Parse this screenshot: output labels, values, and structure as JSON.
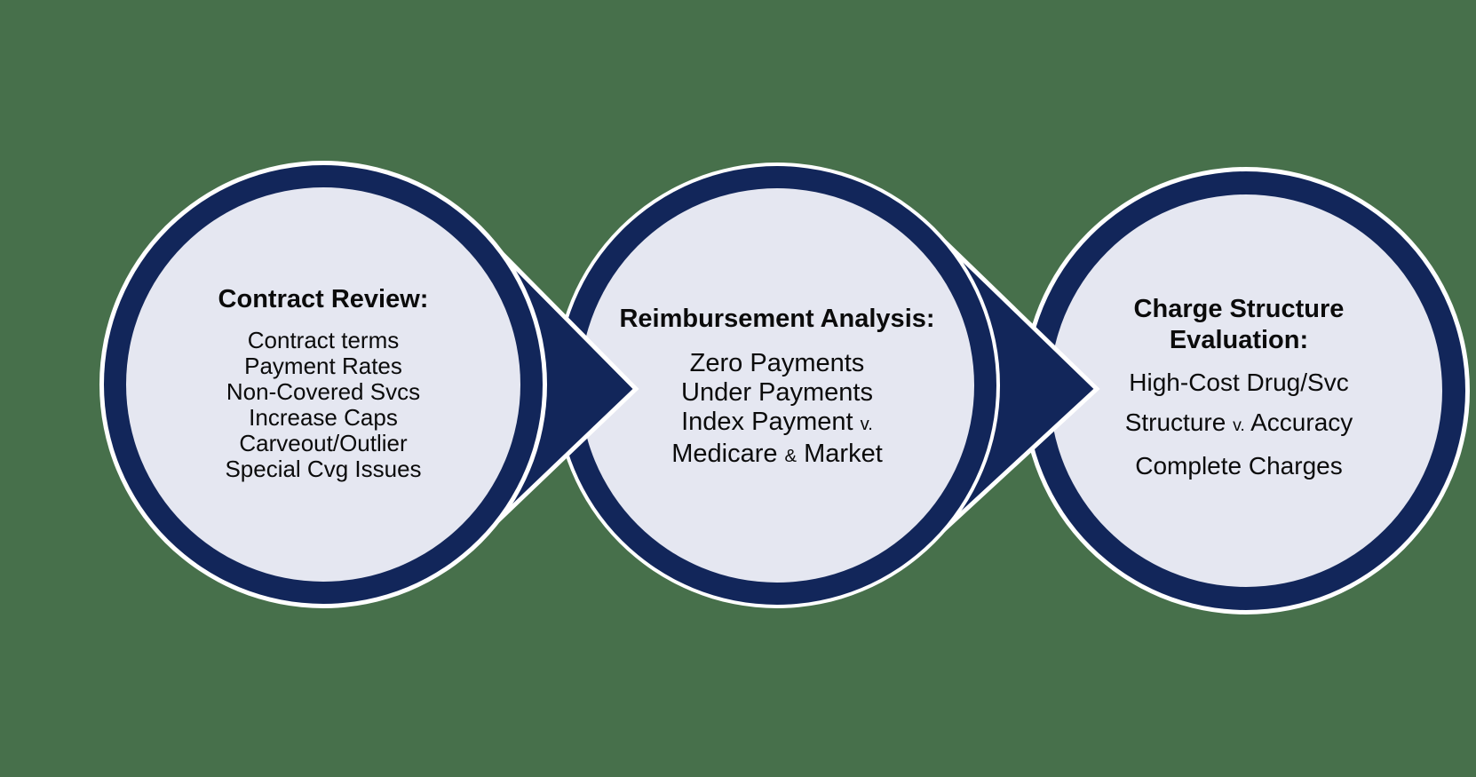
{
  "diagram": {
    "colors": {
      "background": "#47704B",
      "navy": "#12265A",
      "circle_fill": "#E5E7F1",
      "outline": "#FFFFFF",
      "text": "#0B0B0B"
    },
    "steps": [
      {
        "title": "Contract Review:",
        "items": [
          [
            {
              "text": "Contract terms"
            }
          ],
          [
            {
              "text": "Payment Rates"
            }
          ],
          [
            {
              "text": "Non-Covered Svcs"
            }
          ],
          [
            {
              "text": "Increase Caps"
            }
          ],
          [
            {
              "text": "Carveout/Outlier"
            }
          ],
          [
            {
              "text": "Special Cvg Issues"
            }
          ]
        ]
      },
      {
        "title": "Reimbursement Analysis:",
        "items": [
          [
            {
              "text": "Zero Payments"
            }
          ],
          [
            {
              "text": "Under Payments"
            }
          ],
          [
            {
              "text": "Index Payment "
            },
            {
              "text": "v.",
              "small": true
            }
          ],
          [
            {
              "text": "Medicare "
            },
            {
              "text": "&",
              "small": true
            },
            {
              "text": " Market"
            }
          ]
        ]
      },
      {
        "title": "Charge Structure Evaluation:",
        "items": [
          [
            {
              "text": "High-Cost Drug/Svc"
            }
          ],
          [
            {
              "text": "Structure "
            },
            {
              "text": "v.",
              "small": true
            },
            {
              "text": " Accuracy"
            }
          ],
          [
            {
              "text": "Complete Charges"
            }
          ]
        ]
      }
    ]
  }
}
